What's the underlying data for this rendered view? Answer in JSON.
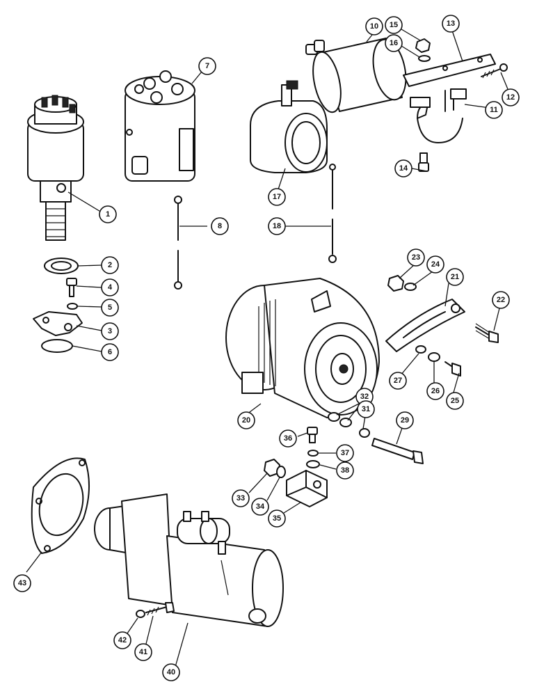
{
  "callouts": {
    "c1": "1",
    "c2": "2",
    "c3": "3",
    "c4": "4",
    "c5": "5",
    "c6": "6",
    "c7": "7",
    "c8": "8",
    "c10": "10",
    "c11": "11",
    "c12": "12",
    "c13": "13",
    "c14": "14",
    "c15": "15",
    "c16": "16",
    "c17": "17",
    "c18": "18",
    "c20": "20",
    "c21": "21",
    "c22": "22",
    "c23": "23",
    "c24": "24",
    "c25": "25",
    "c26": "26",
    "c27": "27",
    "c29": "29",
    "c31": "31",
    "c32": "32",
    "c33": "33",
    "c34": "34",
    "c35": "35",
    "c36": "36",
    "c37": "37",
    "c38": "38",
    "c40": "40",
    "c41": "41",
    "c42": "42",
    "c43": "43"
  }
}
